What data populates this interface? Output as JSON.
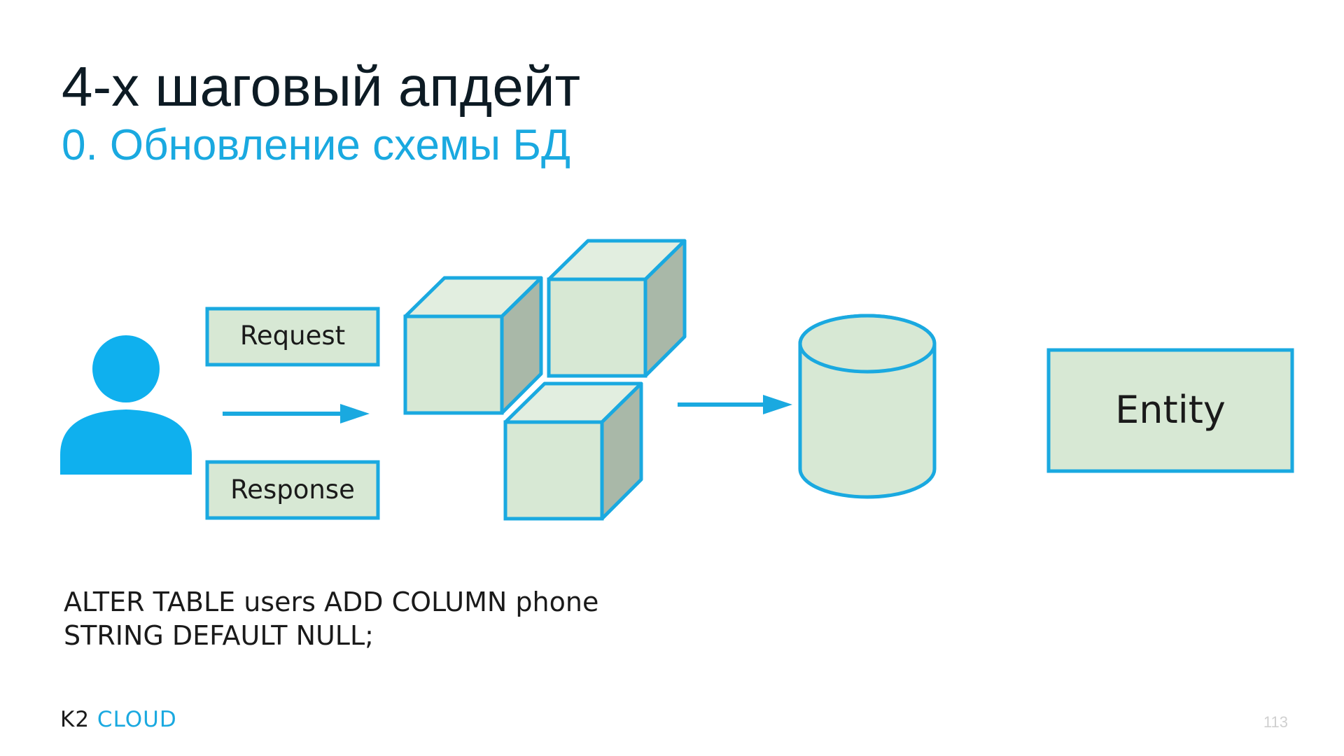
{
  "slide": {
    "title": "4-х шаговый апдейт",
    "subtitle": "0. Обновление схемы БД",
    "page_number": "113"
  },
  "diagram": {
    "request_label": "Request",
    "response_label": "Response",
    "entity_label": "Entity"
  },
  "code": {
    "line1": "ALTER TABLE users ADD COLUMN phone",
    "line2": "STRING DEFAULT NULL;"
  },
  "logo": {
    "k2": "K2",
    "cloud": "CLOUD"
  },
  "colors": {
    "accent": "#1aa9e0",
    "box_fill": "#d7e8d4",
    "box_side": "#a9b8a8",
    "title": "#0d1b24"
  }
}
